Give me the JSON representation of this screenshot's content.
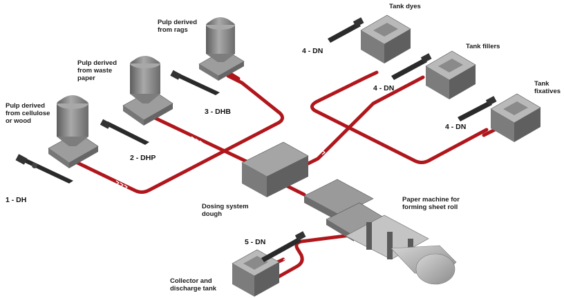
{
  "labels": {
    "cellulose": "Pulp derived\nfrom cellulose\nor wood",
    "waste": "Pulp derived\nfrom waste\npaper",
    "rags": "Pulp derived\nfrom rags",
    "tank_dyes": "Tank dyes",
    "tank_fillers": "Tank fillers",
    "tank_fixatives": "Tank\nfixatives",
    "dosing": "Dosing system\ndough",
    "paper_machine": "Paper machine for\nforming sheet roll",
    "collector": "Collector and\ndischarge tank"
  },
  "pumps": {
    "dh": "1 - DH",
    "dhp": "2 - DHP",
    "dhb": "3 - DHB",
    "dn_dyes": "4 - DN",
    "dn_fillers": "4 - DN",
    "dn_fixatives": "4 - DN",
    "dn_collector": "5 - DN"
  },
  "colors": {
    "pipe": "#b0171c",
    "equipment": "#8a8a8a"
  }
}
